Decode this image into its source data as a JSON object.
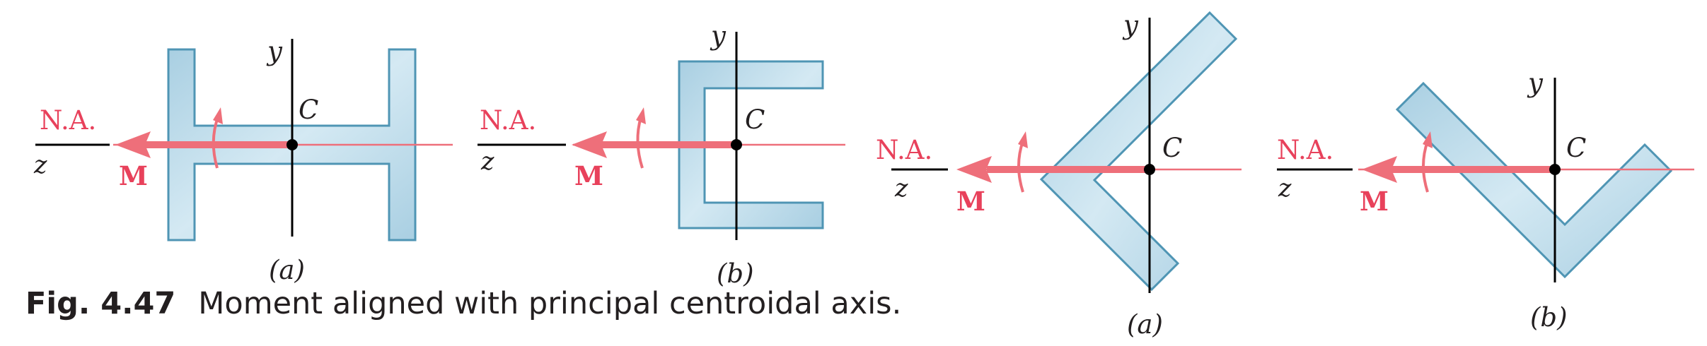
{
  "colors": {
    "section_fill": "#b9d9e8",
    "section_stroke": "#4f95b4",
    "moment_arrow": "#ee6f7a",
    "moment_label": "#e8415b",
    "axis": "#000000",
    "text": "#231f20"
  },
  "panels": [
    {
      "id": "wide-flange",
      "na_label": "N.A.",
      "z_label": "z",
      "moment_label": "M",
      "y_label": "y",
      "centroid_label": "C",
      "sub_label": "(a)"
    },
    {
      "id": "channel",
      "na_label": "N.A.",
      "z_label": "z",
      "moment_label": "M",
      "y_label": "y",
      "centroid_label": "C",
      "sub_label": "(b)"
    },
    {
      "id": "rotated-angle-a",
      "na_label": "N.A.",
      "z_label": "z",
      "moment_label": "M",
      "y_label": "y",
      "centroid_label": "C",
      "sub_label": "(a)"
    },
    {
      "id": "rotated-angle-b",
      "na_label": "N.A.",
      "z_label": "z",
      "moment_label": "M",
      "y_label": "y",
      "centroid_label": "C",
      "sub_label": "(b)"
    }
  ],
  "caption": {
    "number": "Fig. 4.47",
    "text": "Moment aligned with principal centroidal axis."
  }
}
